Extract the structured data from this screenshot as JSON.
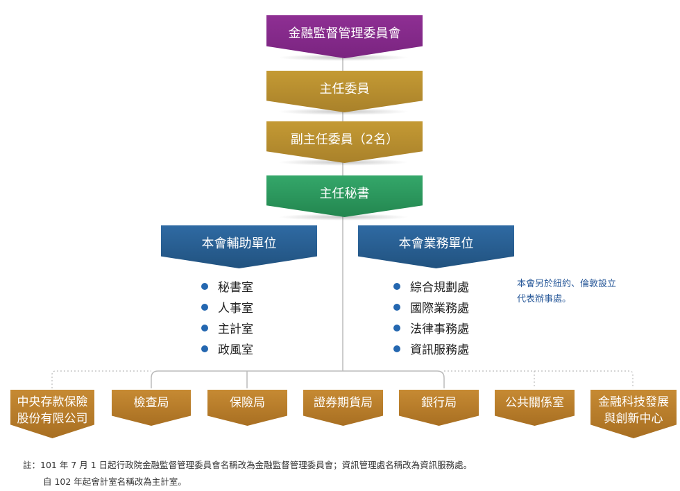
{
  "top": {
    "commission": "金融監督管理委員會",
    "chairman": "主任委員",
    "vice_chairman": "副主任委員（2名）",
    "secretary_general": "主任秘書"
  },
  "support_units": {
    "title": "本會輔助單位",
    "items": [
      "秘書室",
      "人事室",
      "主計室",
      "政風室"
    ]
  },
  "business_units": {
    "title": "本會業務單位",
    "items": [
      "綜合規劃處",
      "國際業務處",
      "法律事務處",
      "資訊服務處"
    ]
  },
  "side_note": [
    "本會另於紐約、倫敦設立",
    "代表辦事處。"
  ],
  "bureaus": [
    [
      "中央存款保險",
      "股份有限公司"
    ],
    [
      "檢查局"
    ],
    [
      "保險局"
    ],
    [
      "證券期貨局"
    ],
    [
      "銀行局"
    ],
    [
      "公共關係室"
    ],
    [
      "金融科技發展",
      "與創新中心"
    ]
  ],
  "footnote": [
    "註：101 年 7 月 1 日起行政院金融監督管理委員會名稱改為金融監督管理委員會；資訊管理處名稱改為資訊服務處。",
    "自 102 年起會計室名稱改為主計室。"
  ],
  "colors": {
    "purple": "#8e2f93",
    "gold": "#b88f2f",
    "green": "#2b9a5c",
    "blue": "#2a5f95",
    "brown": "#b87c2b",
    "bullet": "#2467b0"
  }
}
